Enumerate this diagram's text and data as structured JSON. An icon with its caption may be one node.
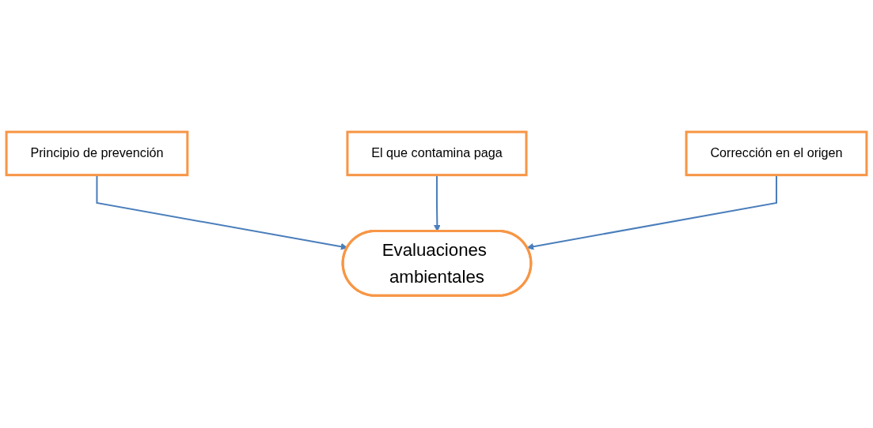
{
  "diagram": {
    "nodes": [
      {
        "text": [
          "Principio de prevención"
        ]
      },
      {
        "text": [
          "El que contamina paga"
        ]
      },
      {
        "text": [
          "Evaluaciones ambientales"
        ]
      },
      {
        "text": [
          "Corrección en el origen"
        ]
      }
    ],
    "edges": [
      {
        "from": 0,
        "to": 2,
        "arrow": "to"
      },
      {
        "from": 1,
        "to": 2,
        "arrow": "to"
      },
      {
        "from": 3,
        "to": 2,
        "arrow": "to"
      }
    ]
  }
}
